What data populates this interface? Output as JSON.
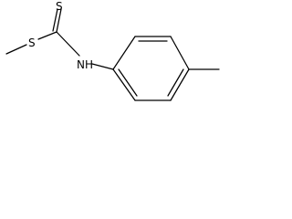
{
  "molecule": {
    "atoms": {
      "thione_sulfur": "S",
      "thioether_sulfur": "S",
      "amine": "NH"
    }
  }
}
